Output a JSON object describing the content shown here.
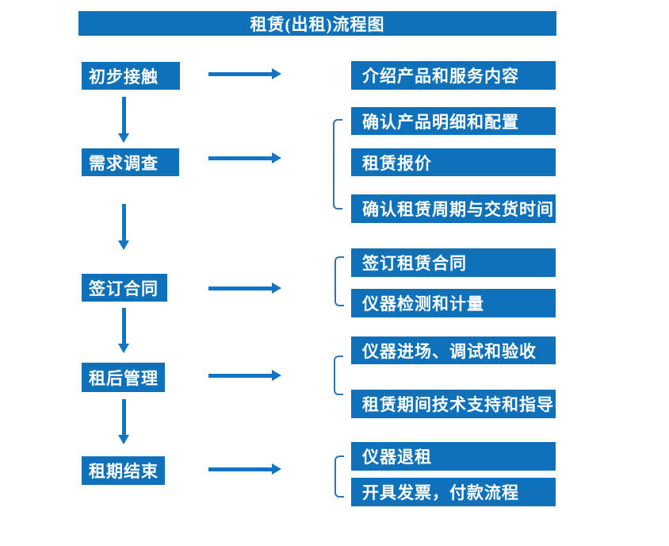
{
  "title": "租赁(出租)流程图",
  "colors": {
    "box_blue": "#0e71ba",
    "arrow_blue": "#1373c4",
    "bracket_blue": "#2e74b5",
    "text_white": "#ffffff"
  },
  "stages": [
    {
      "label": "初步接触"
    },
    {
      "label": "需求调查"
    },
    {
      "label": "签订合同"
    },
    {
      "label": "租后管理"
    },
    {
      "label": "租期结束"
    }
  ],
  "details": [
    {
      "label": "介绍产品和服务内容"
    },
    {
      "label": "确认产品明细和配置"
    },
    {
      "label": "租赁报价"
    },
    {
      "label": "确认租赁周期与交货时间"
    },
    {
      "label": "签订租赁合同"
    },
    {
      "label": "仪器检测和计量"
    },
    {
      "label": "仪器进场、调试和验收"
    },
    {
      "label": "租赁期间技术支持和指导"
    },
    {
      "label": "仪器退租"
    },
    {
      "label": "开具发票，付款流程"
    }
  ]
}
